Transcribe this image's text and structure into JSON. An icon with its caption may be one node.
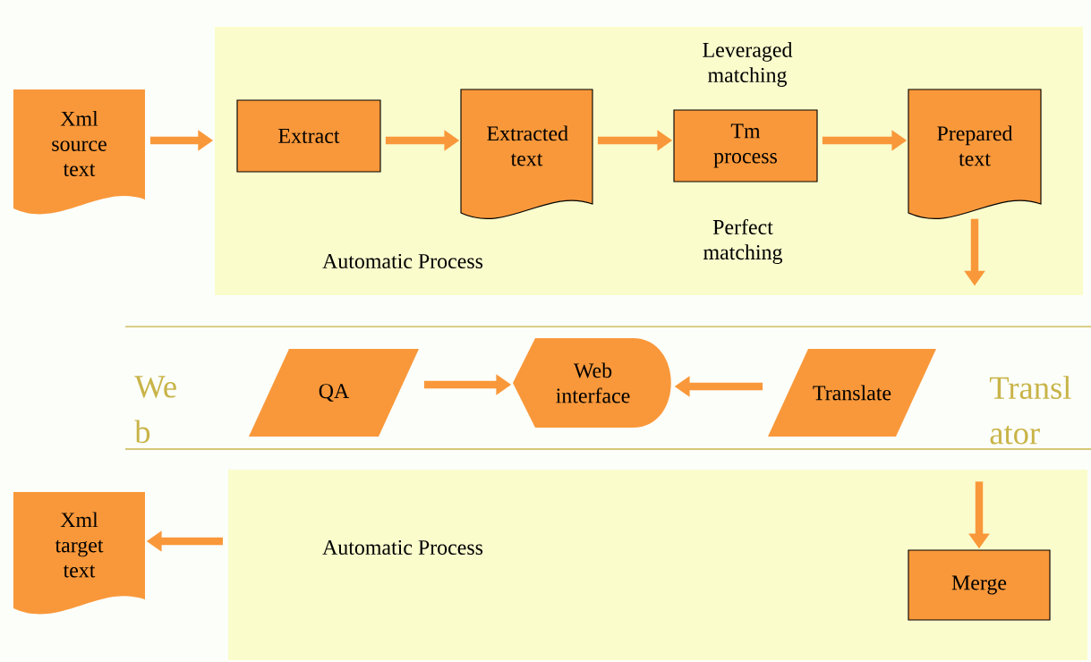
{
  "diagram": {
    "nodes": [
      {
        "text": [
          "Automatic Process"
        ]
      },
      {
        "text": [
          "Xml source text"
        ]
      },
      {
        "text": [
          "Extract"
        ],
        "in": 0
      },
      {
        "text": [
          "Extracted text"
        ],
        "in": 0
      },
      {
        "text": [
          "Tm process"
        ],
        "in": 0,
        "beside": [
          "Leveraged matching",
          "Perfect matching"
        ]
      },
      {
        "text": [
          "Prepared text"
        ],
        "in": 0
      },
      {
        "text": [
          "QA"
        ]
      },
      {
        "text": [
          "Web interface"
        ]
      },
      {
        "text": [
          "Translate"
        ]
      },
      {
        "text": [
          "Automatic Process"
        ]
      },
      {
        "text": [
          "Xml target text"
        ]
      },
      {
        "text": [
          "Merge"
        ],
        "in": 9
      }
    ],
    "edges": [
      {
        "from": 1,
        "to": 0,
        "arrow": "to"
      },
      {
        "from": 2,
        "to": 3,
        "arrow": "to"
      },
      {
        "from": 3,
        "to": 4,
        "arrow": "to"
      },
      {
        "from": 4,
        "to": 5,
        "arrow": "to"
      },
      {
        "from": 5,
        "to": null,
        "arrow": "to"
      },
      {
        "from": 6,
        "to": 7,
        "arrow": "to"
      },
      {
        "from": 8,
        "to": 7,
        "arrow": "to"
      },
      {
        "from": null,
        "to": 11,
        "arrow": "to"
      },
      {
        "from": 9,
        "to": 10,
        "arrow": "to"
      }
    ],
    "labels": [
      "We b",
      "Transl ator"
    ]
  }
}
